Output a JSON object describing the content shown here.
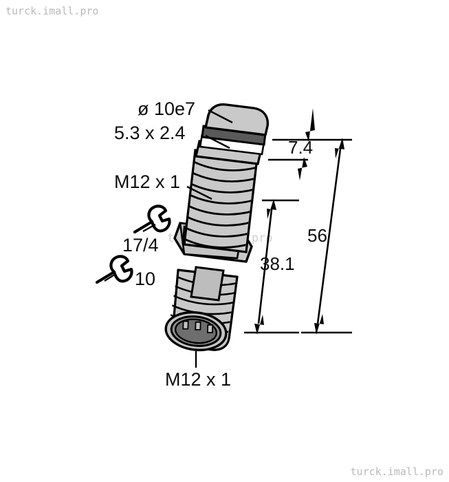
{
  "watermarks": {
    "top_left": "turck.imall.pro",
    "bottom_right": "turck.imall.pro",
    "center": "turck.imall.pro"
  },
  "drawing": {
    "title": "M12 sensor dimensional drawing",
    "callouts": {
      "diameter": "ø 10e7",
      "led_window": "5.3 x 2.4",
      "thread_barrel": "M12 x 1",
      "wrench_hex_nut": "17/4",
      "wrench_small": "10",
      "connector_thread": "M12 x 1"
    },
    "dimensions": {
      "d_7_4": "7.4",
      "d_38_1": "38.1",
      "d_56": "56"
    },
    "icons": {
      "wrench_1": "wrench-icon",
      "wrench_2": "wrench-icon"
    },
    "colors": {
      "body_light": "#c9c9c9",
      "body_mid": "#b4b4b4",
      "oring_dark": "#5a5a5a",
      "connector_face": "#6e6e6e",
      "outline": "#000000",
      "highlight": "#e2e2e2"
    }
  }
}
